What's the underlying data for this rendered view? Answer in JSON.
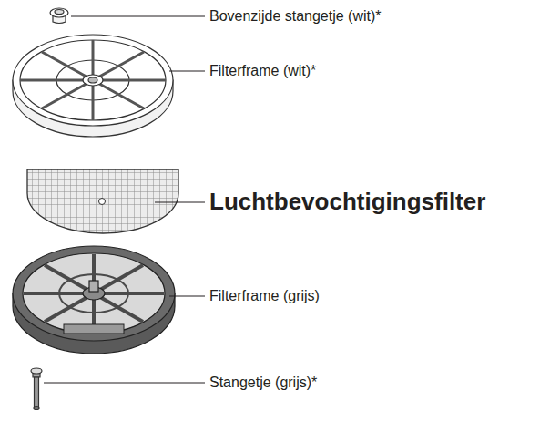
{
  "diagram": {
    "labels": [
      "Bovenzijde stangetje (wit)*",
      "Filterframe (wit)*",
      "Luchtbevochtigingsfilter",
      "Filterframe (grijs)",
      "Stangetje (grijs)*"
    ]
  }
}
